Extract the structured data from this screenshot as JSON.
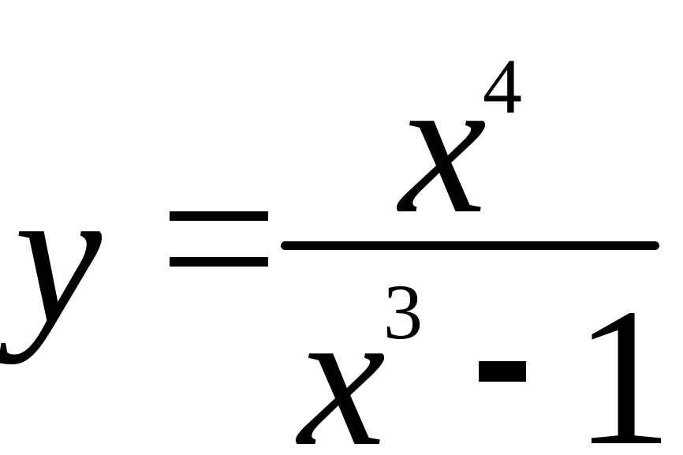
{
  "formula": {
    "lhs": "y",
    "numerator": {
      "base": "x",
      "exponent": "4"
    },
    "denominator": {
      "base": "x",
      "exponent": "3",
      "operator": "-",
      "constant": "1"
    }
  }
}
